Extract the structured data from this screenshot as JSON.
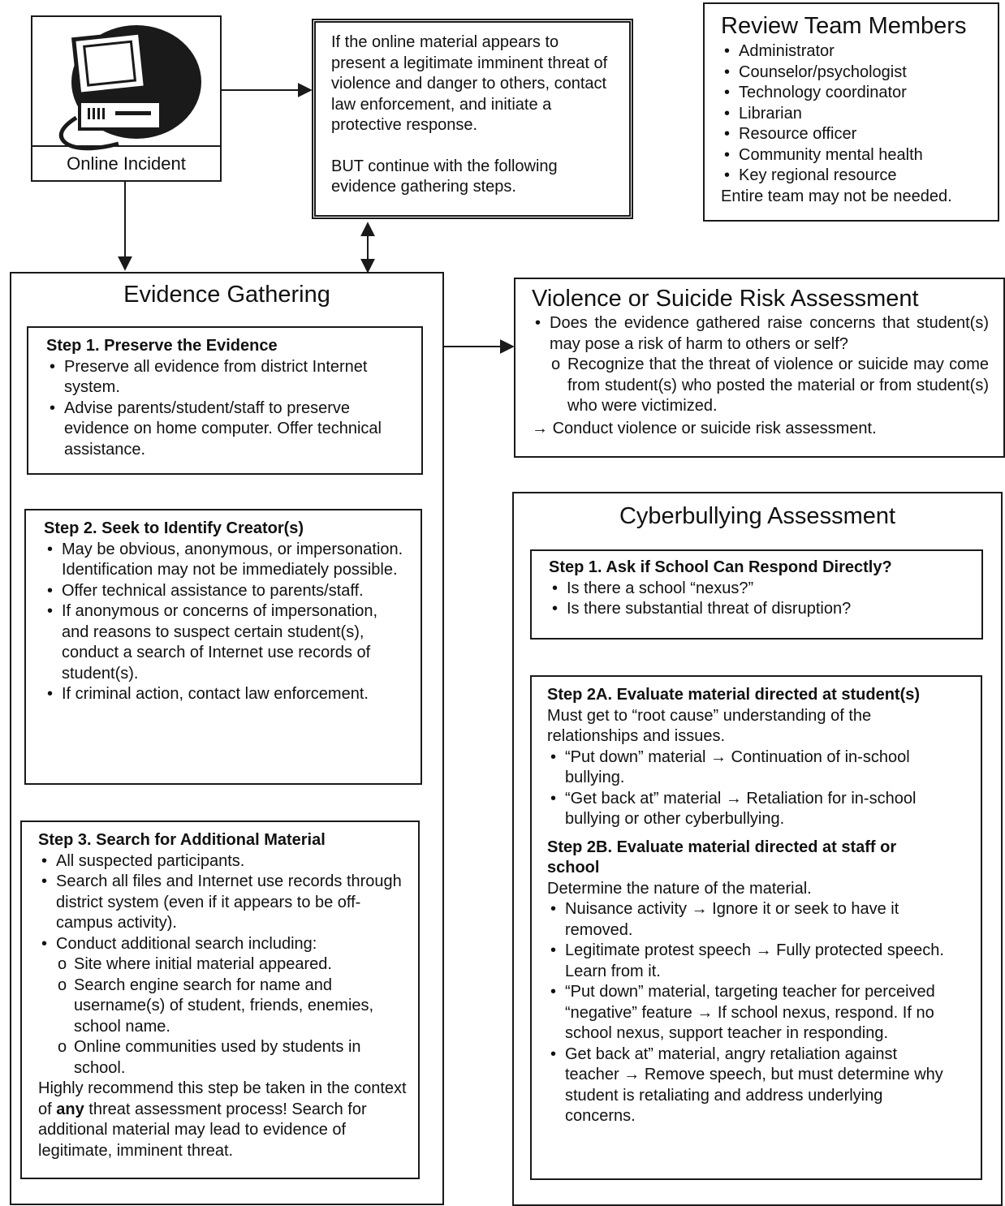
{
  "incident": {
    "label": "Online Incident"
  },
  "imminent": {
    "line1": "If the online material appears to present a legitimate imminent threat of violence and danger to others, contact law enforcement, and initiate a protective response.",
    "line2": "BUT continue with the following evidence gathering steps."
  },
  "team": {
    "title": "Review Team Members",
    "members": [
      "Administrator",
      "Counselor/psychologist",
      "Technology coordinator",
      "Librarian",
      "Resource officer",
      "Community mental health",
      "Key regional resource"
    ],
    "note": "Entire team may not be needed."
  },
  "evidence": {
    "title": "Evidence Gathering",
    "step1": {
      "title": "Step 1. Preserve the Evidence",
      "items": [
        "Preserve all evidence from district Internet system.",
        "Advise parents/student/staff to preserve evidence on home computer. Offer technical assistance."
      ]
    },
    "step2": {
      "title": "Step 2. Seek to Identify Creator(s)",
      "items": [
        "May be obvious, anonymous, or impersonation. Identification may not be immediately possible.",
        "Offer technical assistance to parents/staff.",
        "If anonymous or concerns of impersonation, and reasons to suspect certain student(s), conduct a search of Internet use records of student(s).",
        "If criminal action, contact law enforcement."
      ]
    },
    "step3": {
      "title": "Step 3. Search for Additional Material",
      "item1": "All suspected participants.",
      "item2": "Search all files and Internet use records through district system (even if it appears to be off-campus activity).",
      "item3": "Conduct additional search including:",
      "sub": [
        "Site where initial material appeared.",
        "Search engine search for name and username(s) of student, friends, enemies, school name.",
        "Online communities used by students in school."
      ],
      "rec_a": "Highly recommend this step be taken in the context of ",
      "rec_b": "any",
      "rec_c": " threat assessment process! Search for additional material may lead to evidence of legitimate, imminent threat."
    }
  },
  "risk": {
    "title": "Violence or Suicide Risk Assessment",
    "q": "Does the evidence gathered raise concerns that student(s) may pose a risk of harm to others or self?",
    "sub": "Recognize that the threat of violence or suicide may come from student(s) who posted the material or from student(s) who were victimized.",
    "arrow": "→",
    "action": "Conduct violence or suicide risk assessment."
  },
  "cyber": {
    "title": "Cyberbullying Assessment",
    "step1": {
      "title": "Step 1. Ask if School Can Respond Directly?",
      "items": [
        "Is there a school “nexus?”",
        "Is there substantial threat of disruption?"
      ]
    },
    "step2a": {
      "title": "Step 2A. Evaluate material directed at student(s)",
      "intro": "Must get to “root cause” understanding of the relationships and issues.",
      "items": [
        "“Put down” material →  Continuation of in-school bullying.",
        "“Get back at” material → Retaliation for in-school bullying or other cyberbullying."
      ]
    },
    "step2b": {
      "title": "Step 2B. Evaluate material directed at staff or school",
      "intro": "Determine the nature of the material.",
      "items": [
        "Nuisance activity → Ignore it or seek to have it removed.",
        "Legitimate protest speech → Fully protected speech. Learn from it.",
        "“Put down” material, targeting teacher for perceived “negative” feature → If school nexus, respond. If no school nexus, support teacher in responding.",
        "Get back at” material, angry retaliation against teacher → Remove speech, but must determine why student is retaliating and address underlying concerns."
      ]
    }
  }
}
